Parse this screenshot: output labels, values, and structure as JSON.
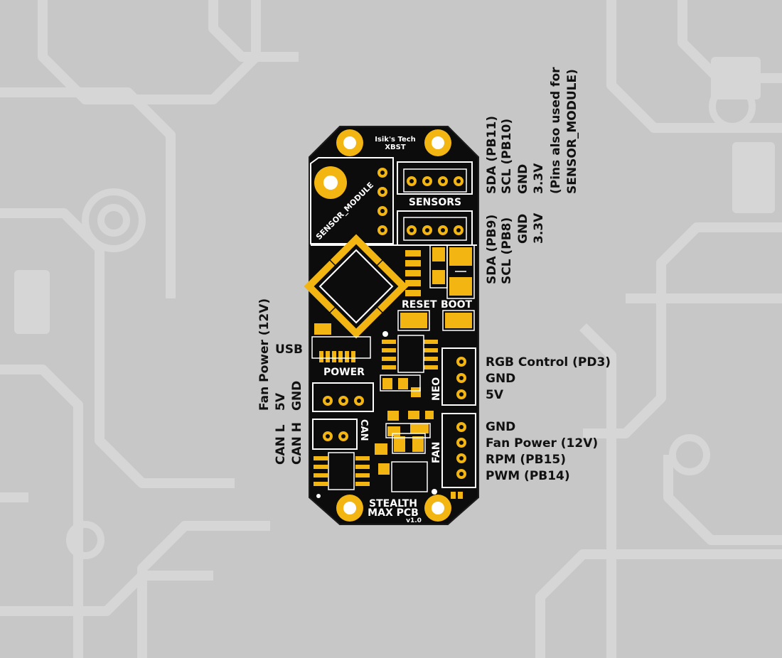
{
  "board": {
    "brand_line1": "Isik's Tech",
    "brand_line2": "XBST",
    "sensor_module": "SENSOR_MODULE",
    "sensors": "SENSORS",
    "reset": "RESET",
    "boot": "BOOT",
    "power": "POWER",
    "neo": "NEO",
    "can": "CAN",
    "fan": "FAN",
    "title_line1": "STEALTH",
    "title_line2": "MAX PCB",
    "version": "v1.0"
  },
  "labels": {
    "sensors_top": [
      "SDA (PB11)",
      "SCL (PB10)",
      "GND",
      "3.3V"
    ],
    "sensors_note_line1": "(Pins also used for",
    "sensors_note_line2": "SENSOR_MODULE)",
    "sensors_bottom": [
      "SDA (PB9)",
      "SCL (PB8)",
      "GND",
      "3.3V"
    ],
    "power_col": [
      "Fan Power (12V)",
      "5V",
      "GND"
    ],
    "usb": "USB",
    "can_col": [
      "CAN L",
      "CAN H"
    ],
    "neo_pins": [
      "RGB Control (PD3)",
      "GND",
      "5V"
    ],
    "fan_pins": [
      "GND",
      "Fan Power (12V)",
      "RPM (PB15)",
      "PWM (PB14)"
    ]
  },
  "colors": {
    "background": "#c7c7c7",
    "trace": "#d4d4d4",
    "pcb": "#0c0c0c",
    "gold": "#f2b512",
    "silk": "#ffffff"
  }
}
